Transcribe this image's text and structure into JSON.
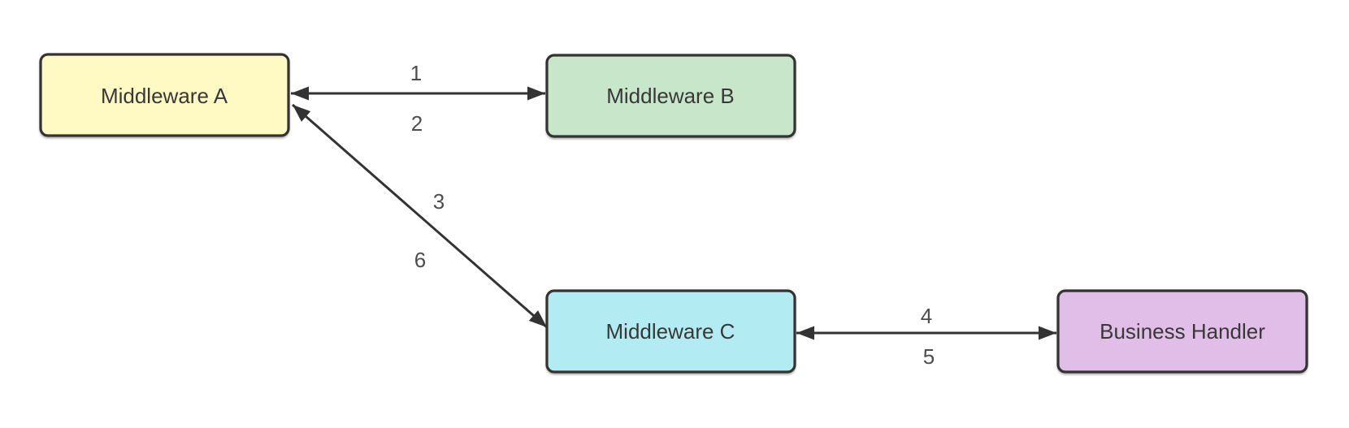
{
  "diagram": {
    "background": "#ffffff",
    "colors": {
      "node_border": "#333333",
      "arrow": "#333333",
      "node_text": "#383838",
      "edge_label_text": "#4d4d4d"
    },
    "nodes": [
      {
        "id": "middleware-a",
        "label": "Middleware A",
        "fill": "#FFF9C4"
      },
      {
        "id": "middleware-b",
        "label": "Middleware B",
        "fill": "#C8E6C9"
      },
      {
        "id": "middleware-c",
        "label": "Middleware C",
        "fill": "#B2EBF2"
      },
      {
        "id": "business-handler",
        "label": "Business Handler",
        "fill": "#E1BEE7"
      }
    ],
    "edges": [
      {
        "from": "middleware-a",
        "to": "middleware-b",
        "direction": "bidirectional",
        "labels": [
          "1",
          "2"
        ]
      },
      {
        "from": "middleware-a",
        "to": "middleware-c",
        "direction": "bidirectional",
        "labels": [
          "3",
          "6"
        ]
      },
      {
        "from": "middleware-c",
        "to": "business-handler",
        "direction": "bidirectional",
        "labels": [
          "4",
          "5"
        ]
      }
    ]
  }
}
